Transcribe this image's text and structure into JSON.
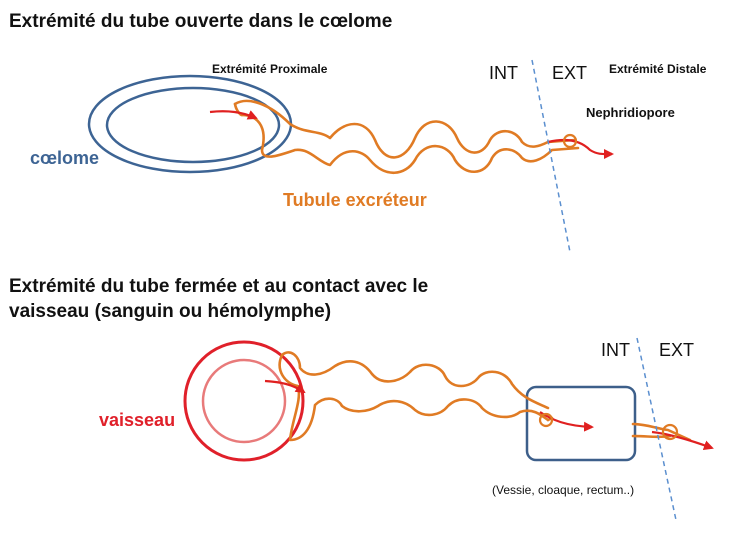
{
  "top": {
    "heading": "Extrémité  du tube ouverte dans le cœlome",
    "proximal_label": "Extrémité Proximale",
    "distal_label": "Extrémité Distale",
    "int_label": "INT",
    "ext_label": "EXT",
    "pore_label": "Nephridiopore",
    "coelome_label": "cœlome",
    "tubule_label": "Tubule excréteur"
  },
  "bottom": {
    "heading_line1": "Extrémité  du tube fermée et au contact avec le",
    "heading_line2": "vaisseau (sanguin ou  hémolymphe)",
    "int_label": "INT",
    "ext_label": "EXT",
    "vessel_label": "vaisseau",
    "reservoir_note": "(Vessie, cloaque, rectum..)"
  },
  "colors": {
    "coelome": "#3d6494",
    "tubule": "#e07b24",
    "arrow": "#e02020",
    "vessel": "#e0202a",
    "vessel_inner": "#e87a7a",
    "reservoir": "#3d5f8a",
    "boundary": "#5b8fcf"
  }
}
